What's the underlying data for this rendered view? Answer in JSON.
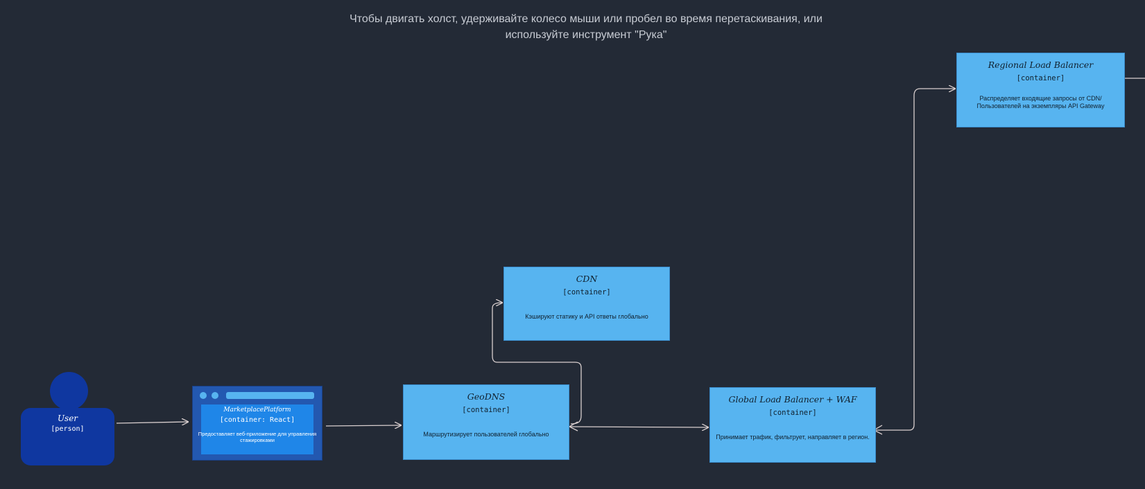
{
  "canvas_hint": {
    "line1": "Чтобы двигать холст, удерживайте колесо мыши или пробел во время перетаскивания, или",
    "line2": "используйте инструмент \"Рука\""
  },
  "nodes": {
    "user": {
      "title": "User",
      "tech": "[person]"
    },
    "marketplace": {
      "title": "MarketplacePlatform",
      "tech": "[container: React]",
      "desc": "Предоставляет веб-приложение для управления стажировками"
    },
    "geodns": {
      "title": "GeoDNS",
      "tech": "[container]",
      "desc": "Маршрутизирует пользователей глобально"
    },
    "cdn": {
      "title": "CDN",
      "tech": "[container]",
      "desc": "Кэшируют статику и API ответы глобально"
    },
    "glb": {
      "title": "Global Load Balancer + WAF",
      "tech": "[container]",
      "desc": "Принимает трафик, фильтрует, направляет в регион."
    },
    "rlb": {
      "title": "Regional Load Balancer",
      "tech": "[container]",
      "desc": "Распределяет входящие запросы от CDN/Пользователей на экземпляры API Gateway"
    }
  },
  "colors": {
    "background": "#232a36",
    "container_fill": "#57b4f0",
    "person_fill": "#0f37a0",
    "webapp_fill": "#1f86e8",
    "edge": "#d9cfcf"
  }
}
